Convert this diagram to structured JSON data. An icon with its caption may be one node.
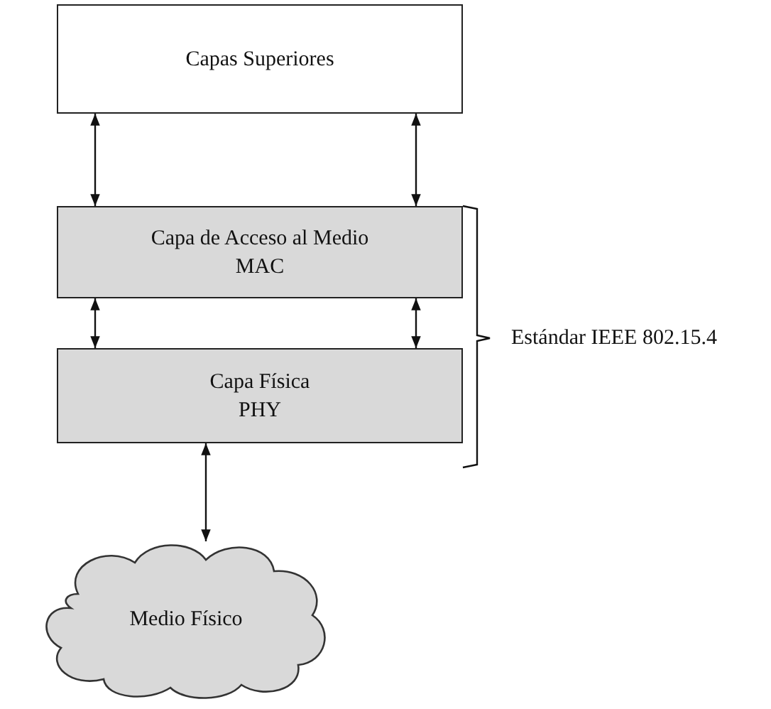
{
  "diagram": {
    "nodes": [
      {
        "text": [
          "Capas Superiores"
        ]
      },
      {
        "text": [
          "Capa de Acceso al Medio",
          "MAC"
        ]
      },
      {
        "text": [
          "Capa Física",
          "PHY"
        ]
      },
      {
        "text": [
          "Medio Físico"
        ]
      }
    ],
    "edges": [
      {
        "from": 0,
        "to": 1,
        "arrow": "both"
      },
      {
        "from": 0,
        "to": 1,
        "arrow": "both"
      },
      {
        "from": 1,
        "to": 2,
        "arrow": "both"
      },
      {
        "from": 1,
        "to": 2,
        "arrow": "both"
      },
      {
        "from": 2,
        "to": 3,
        "arrow": "both"
      }
    ],
    "labels": [
      "Estándar IEEE 802.15.4"
    ]
  }
}
